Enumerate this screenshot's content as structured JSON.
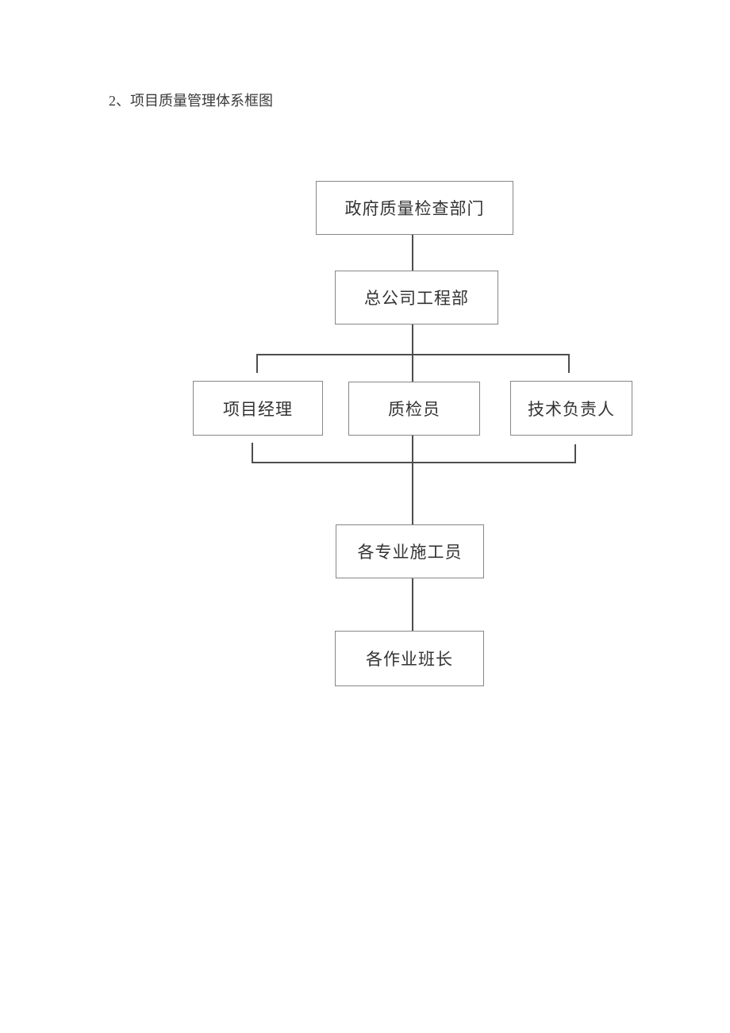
{
  "document": {
    "heading": "2、项目质量管理体系框图"
  },
  "diagram": {
    "type": "org-chart",
    "title": "项目质量管理体系框图",
    "nodes": [
      {
        "id": "government-quality-inspection-dept",
        "label": "政府质量检查部门",
        "level": 1
      },
      {
        "id": "head-office-engineering-dept",
        "label": "总公司工程部",
        "level": 2
      },
      {
        "id": "project-manager",
        "label": "项目经理",
        "level": 3
      },
      {
        "id": "quality-inspector",
        "label": "质检员",
        "level": 3
      },
      {
        "id": "technical-director",
        "label": "技术负责人",
        "level": 3
      },
      {
        "id": "specialty-construction-workers",
        "label": "各专业施工员",
        "level": 4
      },
      {
        "id": "work-team-leaders",
        "label": "各作业班长",
        "level": 5
      }
    ],
    "edges": [
      {
        "from": "政府质量检查部门",
        "to": "总公司工程部"
      },
      {
        "from": "总公司工程部",
        "to": "项目经理"
      },
      {
        "from": "总公司工程部",
        "to": "质检员"
      },
      {
        "from": "总公司工程部",
        "to": "技术负责人"
      },
      {
        "from": "项目经理",
        "to": "各专业施工员"
      },
      {
        "from": "质检员",
        "to": "各专业施工员"
      },
      {
        "from": "技术负责人",
        "to": "各专业施工员"
      },
      {
        "from": "各专业施工员",
        "to": "各作业班长"
      }
    ],
    "colors": {
      "background": "#ffffff",
      "box_border": "#878787",
      "connector_line": "#4d4d4d",
      "text": "#333333"
    }
  }
}
